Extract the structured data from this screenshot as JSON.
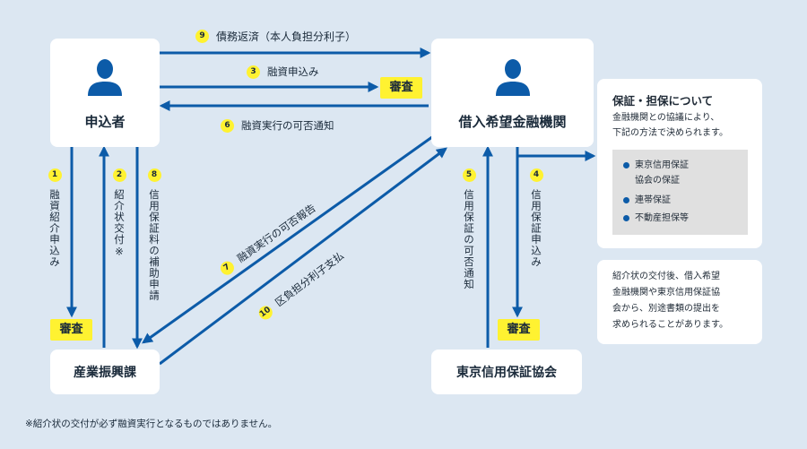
{
  "colors": {
    "background": "#dce7f2",
    "arrow": "#0c5ba8",
    "highlight": "#fff231",
    "box": "#ffffff"
  },
  "nodes": {
    "applicant": {
      "label": "申込者",
      "icon": "person-icon"
    },
    "bank": {
      "label": "借入希望金融機関",
      "icon": "person-icon"
    },
    "industry": {
      "label": "産業振興課"
    },
    "guarantee": {
      "label": "東京信用保証協会"
    }
  },
  "review_tag": "審査",
  "steps": {
    "s1": {
      "num": "1",
      "text": "融資紹介申込み"
    },
    "s2": {
      "num": "2",
      "text": "紹介状交付※"
    },
    "s3": {
      "num": "3",
      "text": "融資申込み"
    },
    "s4": {
      "num": "4",
      "text": "信用保証申込み"
    },
    "s5": {
      "num": "5",
      "text": "信用保証の可否通知"
    },
    "s6": {
      "num": "6",
      "text": "融資実行の可否通知"
    },
    "s7": {
      "num": "7",
      "text": "融資実行の可否報告"
    },
    "s8": {
      "num": "8",
      "text": "信用保証料の補助申請"
    },
    "s9": {
      "num": "9",
      "text": "債務返済（本人負担分利子）"
    },
    "s10": {
      "num": "10",
      "text": "区負担分利子支払"
    }
  },
  "info": {
    "title": "保証・担保について",
    "lines": [
      "金融機関との協議により、",
      "下記の方法で決められます。"
    ],
    "bullets": [
      "東京信用保証",
      "協会の保証",
      "連帯保証",
      "不動産担保等"
    ]
  },
  "note": {
    "lines": [
      "紹介状の交付後、借入希望",
      "金融機関や東京信用保証協",
      "会から、別途書類の提出を",
      "求められることがあります。"
    ]
  },
  "footnote": "※紹介状の交付が必ず融資実行となるものではありません。"
}
